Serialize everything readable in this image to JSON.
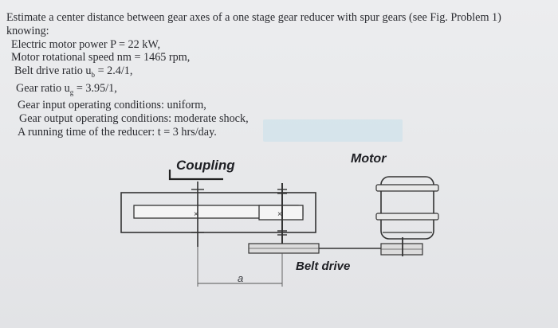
{
  "problem": {
    "line1": "Estimate a center distance between gear axes of a one stage gear reducer with spur gears (see Fig. Problem 1)",
    "line2": "knowing:",
    "line3": "Electric motor power P = 22 kW,",
    "line4": "Motor rotational speed nm = 1465 rpm,",
    "line5": "Belt drive ratio u",
    "line5_sub": "b",
    "line5_rest": " = 2.4/1,",
    "line6": "Gear ratio u",
    "line6_sub": "g",
    "line6_rest": " = 3.95/1,",
    "line7": "Gear input operating conditions: uniform,",
    "line8": "Gear output operating conditions: moderate shock,",
    "line9": "A running time of the reducer: t = 3 hrs/day."
  },
  "figure": {
    "coupling_label": "Coupling",
    "motor_label": "Motor",
    "belt_label": "Belt drive",
    "center_distance_label": "a"
  }
}
